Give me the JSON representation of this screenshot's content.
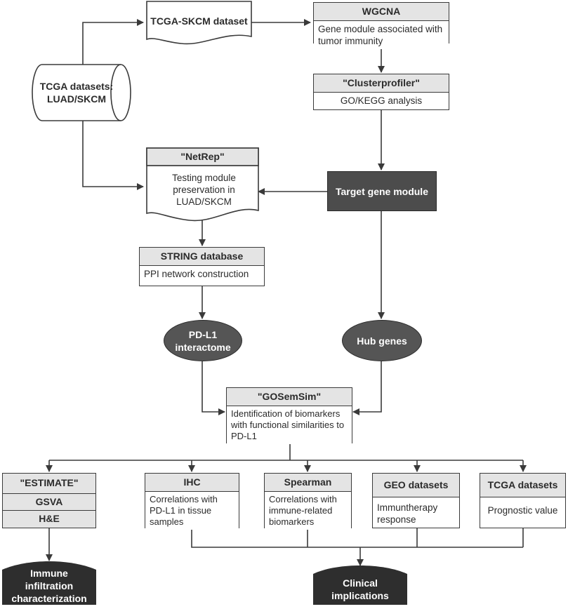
{
  "nodes": {
    "tcga_skcm": {
      "label": "TCGA-SKCM dataset"
    },
    "tcga_datasets_cyl": {
      "label": "TCGA datasets:\nLUAD/SKCM"
    },
    "wgcna": {
      "title": "WGCNA",
      "body": "Gene module associated with tumor immunity"
    },
    "clusterprofiler": {
      "title": "\"Clusterprofiler\"",
      "body": "GO/KEGG analysis"
    },
    "netrep": {
      "title": "\"NetRep\"",
      "body": "Testing module preservation in LUAD/SKCM"
    },
    "target_module": {
      "label": "Target gene module"
    },
    "string_db": {
      "title": "STRING database",
      "body": "PPI network construction"
    },
    "pdl1_interactome": {
      "label": "PD-L1\ninteractome"
    },
    "hub_genes": {
      "label": "Hub genes"
    },
    "gosemsim": {
      "title": "\"GOSemSim\"",
      "body": "Identification of biomarkers with functional similarities to PD-L1"
    },
    "estimate_stack": {
      "items": [
        "\"ESTIMATE\"",
        "GSVA",
        "H&E"
      ]
    },
    "ihc": {
      "title": "IHC",
      "body": "Correlations with PD-L1 in tissue samples"
    },
    "spearman": {
      "title": "Spearman",
      "body": "Correlations with immune-related biomarkers"
    },
    "geo": {
      "title": "GEO datasets",
      "body": "Immuntherapy response"
    },
    "tcga_prog": {
      "title": "TCGA datasets",
      "body": "Prognostic value"
    },
    "immune_infiltration": {
      "label": "Immune\ninfiltration\ncharacterization"
    },
    "clinical": {
      "label": "Clinical\nimplications"
    }
  },
  "colors": {
    "line": "#3a3a3a",
    "light_fill": "#e4e4e4",
    "dark_fill": "#4c4c4c",
    "darkest_fill": "#2e2e2e"
  }
}
